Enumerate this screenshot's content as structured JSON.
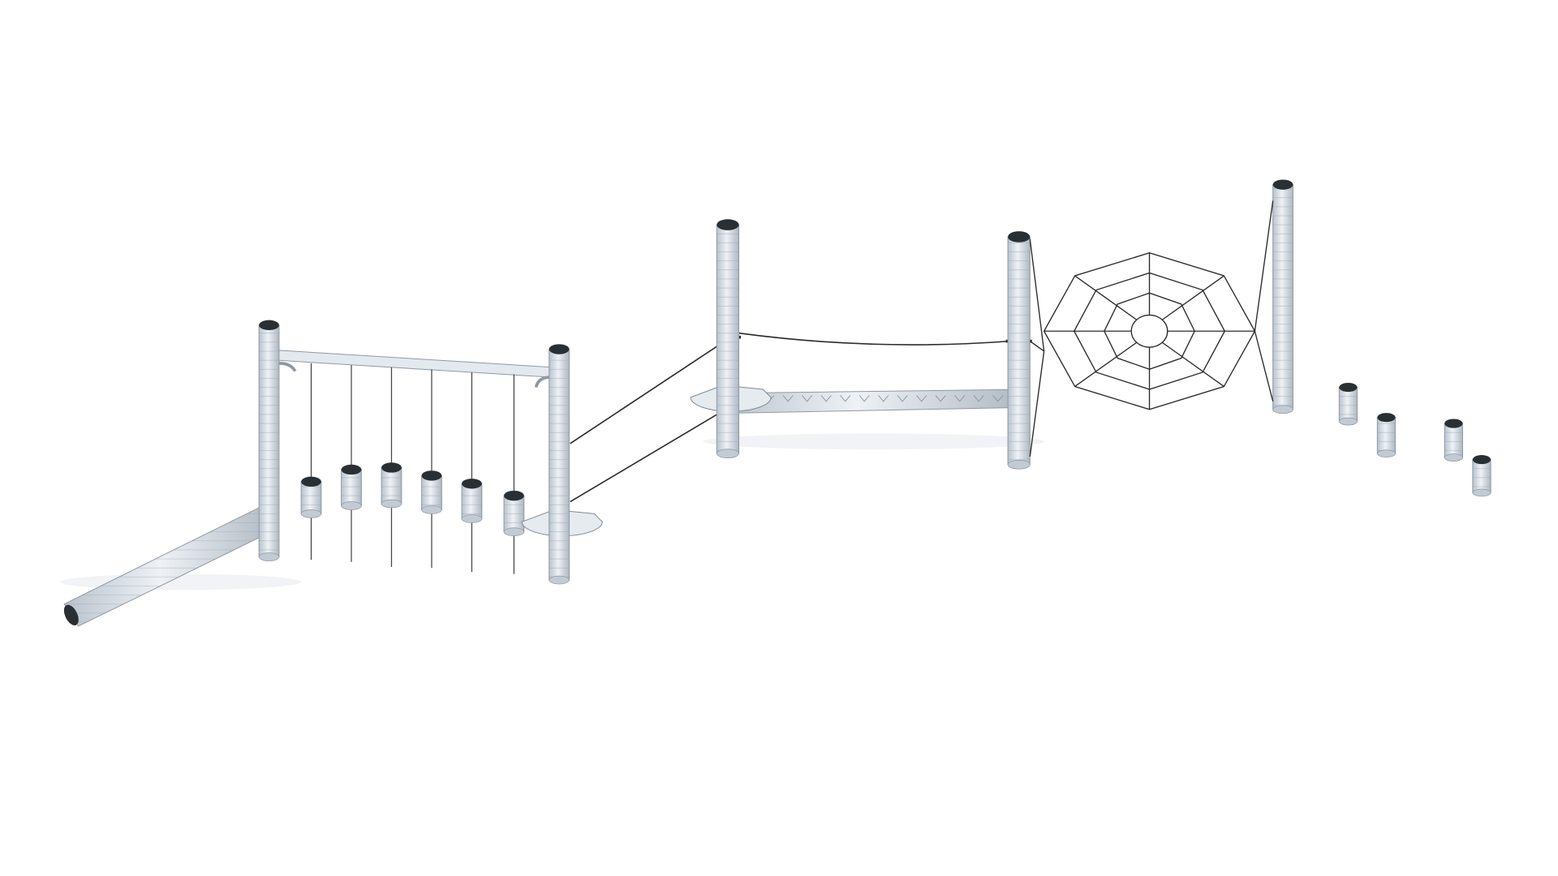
{
  "scene": {
    "colors": {
      "background": "#ffffff",
      "post": "#d9e0e8",
      "post_shade": "#b3bcc6",
      "post_top": "#2a2f33",
      "rope": "#2b2b2b",
      "shadow": "#eef1f4"
    },
    "elements": [
      "tunnel-log",
      "hanging-stepping-cylinders",
      "rope-traverse",
      "balance-beam",
      "spider-net",
      "stepping-stumps"
    ]
  }
}
